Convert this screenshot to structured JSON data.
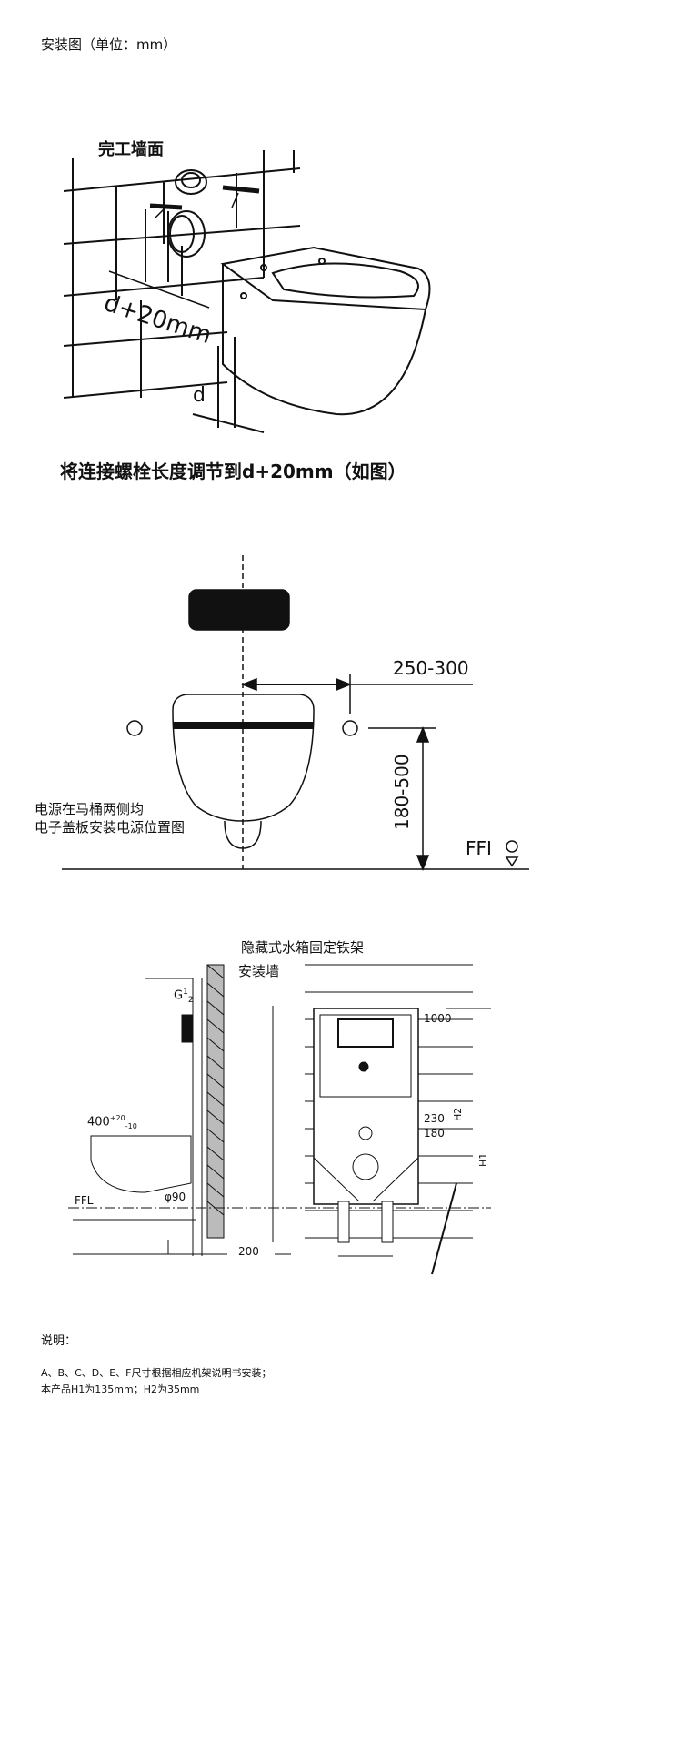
{
  "header": {
    "title": "安装图（单位：mm）"
  },
  "section1": {
    "wall_label": "完工墙面",
    "dim_bolt": "d+20mm",
    "dim_d": "d",
    "caption": "将连接螺栓长度调节到d+20mm（如图）"
  },
  "section2": {
    "dim_horizontal": "250-300",
    "dim_vertical": "180-500",
    "floor_label": "FFI",
    "note_line1": "电源在马桶两侧均",
    "note_line2": "电子盖板安装电源位置图"
  },
  "section3": {
    "bracket_label": "隐藏式水箱固定铁架",
    "wall_label": "安装墙",
    "g_label": "G",
    "g_sup": "1",
    "g_sub": "2",
    "dim_400": "400",
    "dim_400_plus": "+20",
    "dim_400_minus": "-10",
    "ffl_label": "FFL",
    "dim_phi90": "φ90",
    "dim_200": "200",
    "dim_1000": "1000",
    "dim_230": "230",
    "dim_180": "180",
    "label_h2": "H2",
    "label_h1": "H1"
  },
  "notes": {
    "heading": "说明：",
    "line1": "A、B、C、D、E、F尺寸根据相应机架说明书安装；",
    "line2": "本产品H1为135mm；H2为35mm"
  }
}
